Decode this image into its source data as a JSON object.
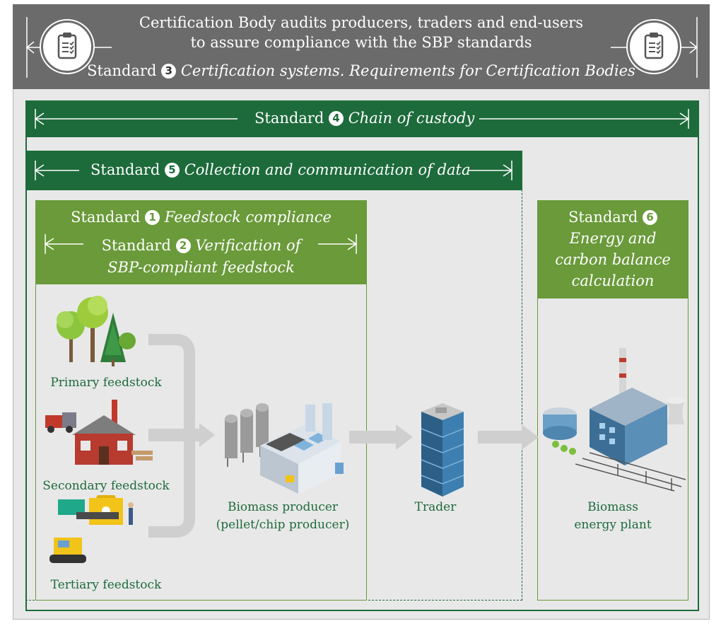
{
  "header": {
    "line1": "Certification Body audits producers, traders and end-users",
    "line2": "to assure compliance with the SBP standards",
    "standard_word": "Standard",
    "standard_num": "3",
    "standard_title": "Certification systems. Requirements for Certification Bodies"
  },
  "standard4": {
    "word": "Standard",
    "num": "4",
    "title": "Chain of custody"
  },
  "standard5": {
    "word": "Standard",
    "num": "5",
    "title": "Collection and communication of data"
  },
  "standard1": {
    "word": "Standard",
    "num": "1",
    "title": "Feedstock compliance"
  },
  "standard2": {
    "word": "Standard",
    "num": "2",
    "title_line1": "Verification of",
    "title_line2": "SBP-compliant feedstock"
  },
  "standard6": {
    "word": "Standard",
    "num": "6",
    "title_line1": "Energy and",
    "title_line2": "carbon balance",
    "title_line3": "calculation"
  },
  "feedstocks": {
    "primary": "Primary feedstock",
    "secondary": "Secondary feedstock",
    "tertiary": "Tertiary feedstock"
  },
  "producer": {
    "line1": "Biomass producer",
    "line2": "(pellet/chip producer)"
  },
  "trader": {
    "label": "Trader"
  },
  "plant": {
    "line1": "Biomass",
    "line2": "energy plant"
  },
  "colors": {
    "dark_green": "#1d6b3b",
    "light_green": "#6a9a3a",
    "grey_header": "#6b6b6b",
    "panel_bg": "#e8e8e8"
  }
}
